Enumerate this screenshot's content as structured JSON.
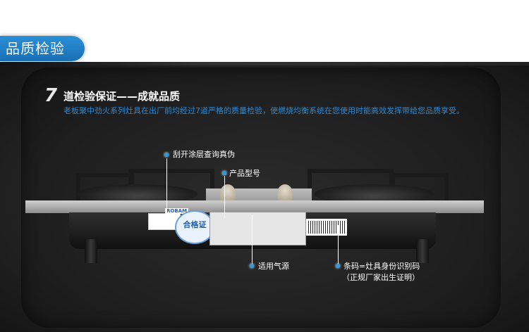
{
  "header": {
    "title": "品质检验"
  },
  "section": {
    "number": "7",
    "title": "道检验保证——成就品质",
    "description": "老板聚中劲火系列灶具在出厂前均经过7道严格的质量检验，使燃烧均衡系统在您使用时能高效发挥带给您品质享受。"
  },
  "product": {
    "brand_logo": "ROBAM",
    "certificate_seal": "合格证"
  },
  "callouts": {
    "scratch_coating": "刮开涂层查询真伪",
    "model": "产品型号",
    "gas_type": "适用气源",
    "barcode_line1": "条码=灶具身份识别码",
    "barcode_line2": "（正规厂家出生证明）"
  },
  "colors": {
    "accent_blue": "#2a8ad6",
    "callout_dot": "#2a9ce0",
    "panel_dark": "#1d1d1d"
  }
}
